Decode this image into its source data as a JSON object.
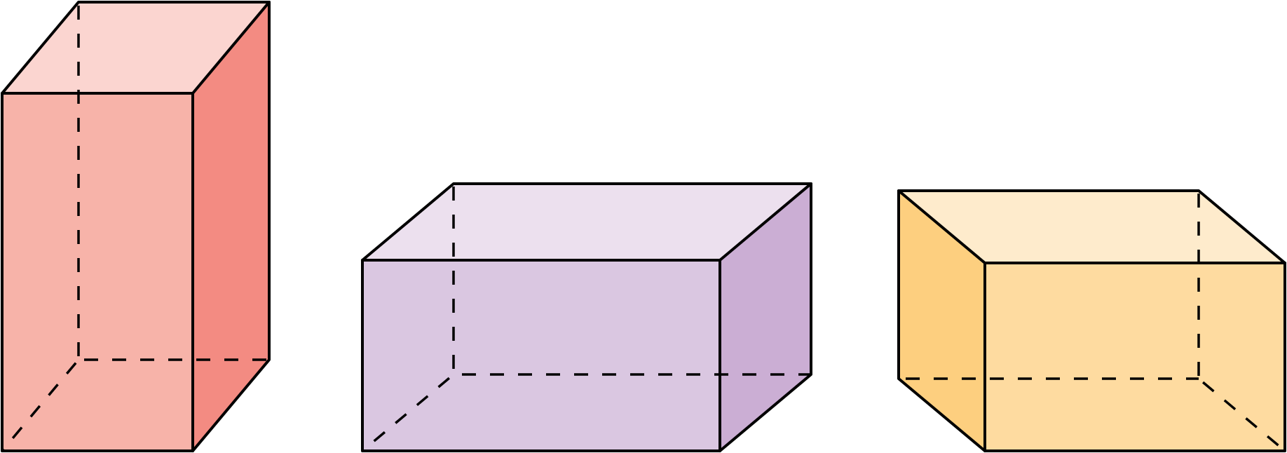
{
  "figure": {
    "description_visible_text": "",
    "prisms": [
      {
        "name": "tall-red-prism",
        "colors": {
          "front": "#f7b3a9",
          "top": "#fbd5d0",
          "side": "#f38b82"
        }
      },
      {
        "name": "wide-purple-prism",
        "colors": {
          "front": "#dac7e1",
          "top": "#ece0ee",
          "side": "#cbaed4"
        }
      },
      {
        "name": "wide-yellow-prism",
        "colors": {
          "front": "#fedba0",
          "top": "#feebcc",
          "side": "#fdcf7f"
        }
      }
    ]
  }
}
